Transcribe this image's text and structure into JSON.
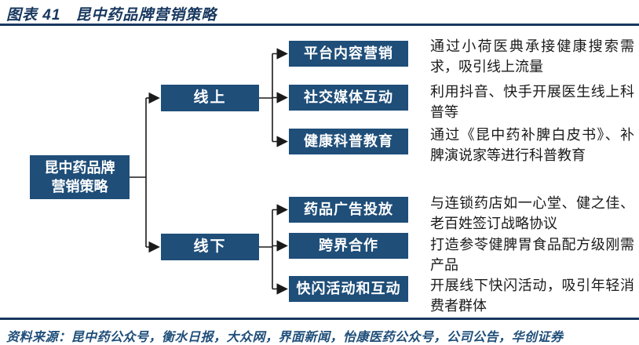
{
  "header": {
    "title": "图表 41   昆中药品牌营销策略"
  },
  "colors": {
    "navy_title": "#17375E",
    "box_fill": "#1F4E79",
    "box_text": "#FFFFFF",
    "connector": "#1a1a1a",
    "desc_text": "#1a1a1a"
  },
  "tree": {
    "root": {
      "line1": "昆中药品牌",
      "line2": "营销策略"
    },
    "branches": [
      {
        "label": "线上",
        "items": [
          {
            "label": "平台内容营销",
            "desc": "通过小荷医典承接健康搜索需求，吸引线上流量"
          },
          {
            "label": "社交媒体互动",
            "desc": "利用抖音、快手开展医生线上科普等"
          },
          {
            "label": "健康科普教育",
            "desc": "通过《昆中药补脾白皮书》、补脾演说家等进行科普教育"
          }
        ]
      },
      {
        "label": "线下",
        "items": [
          {
            "label": "药品广告投放",
            "desc": "与连锁药店如一心堂、健之佳、老百姓签订战略协议"
          },
          {
            "label": "跨界合作",
            "desc": "打造参苓健脾胃食品配方级刚需产品"
          },
          {
            "label": "快闪活动和互动",
            "desc": "开展线下快闪活动，吸引年轻消费者群体"
          }
        ]
      }
    ]
  },
  "footer": {
    "source": "资料来源：昆中药公众号，衡水日报，大众网，界面新闻，怡康医药公众号，公司公告，华创证券"
  }
}
